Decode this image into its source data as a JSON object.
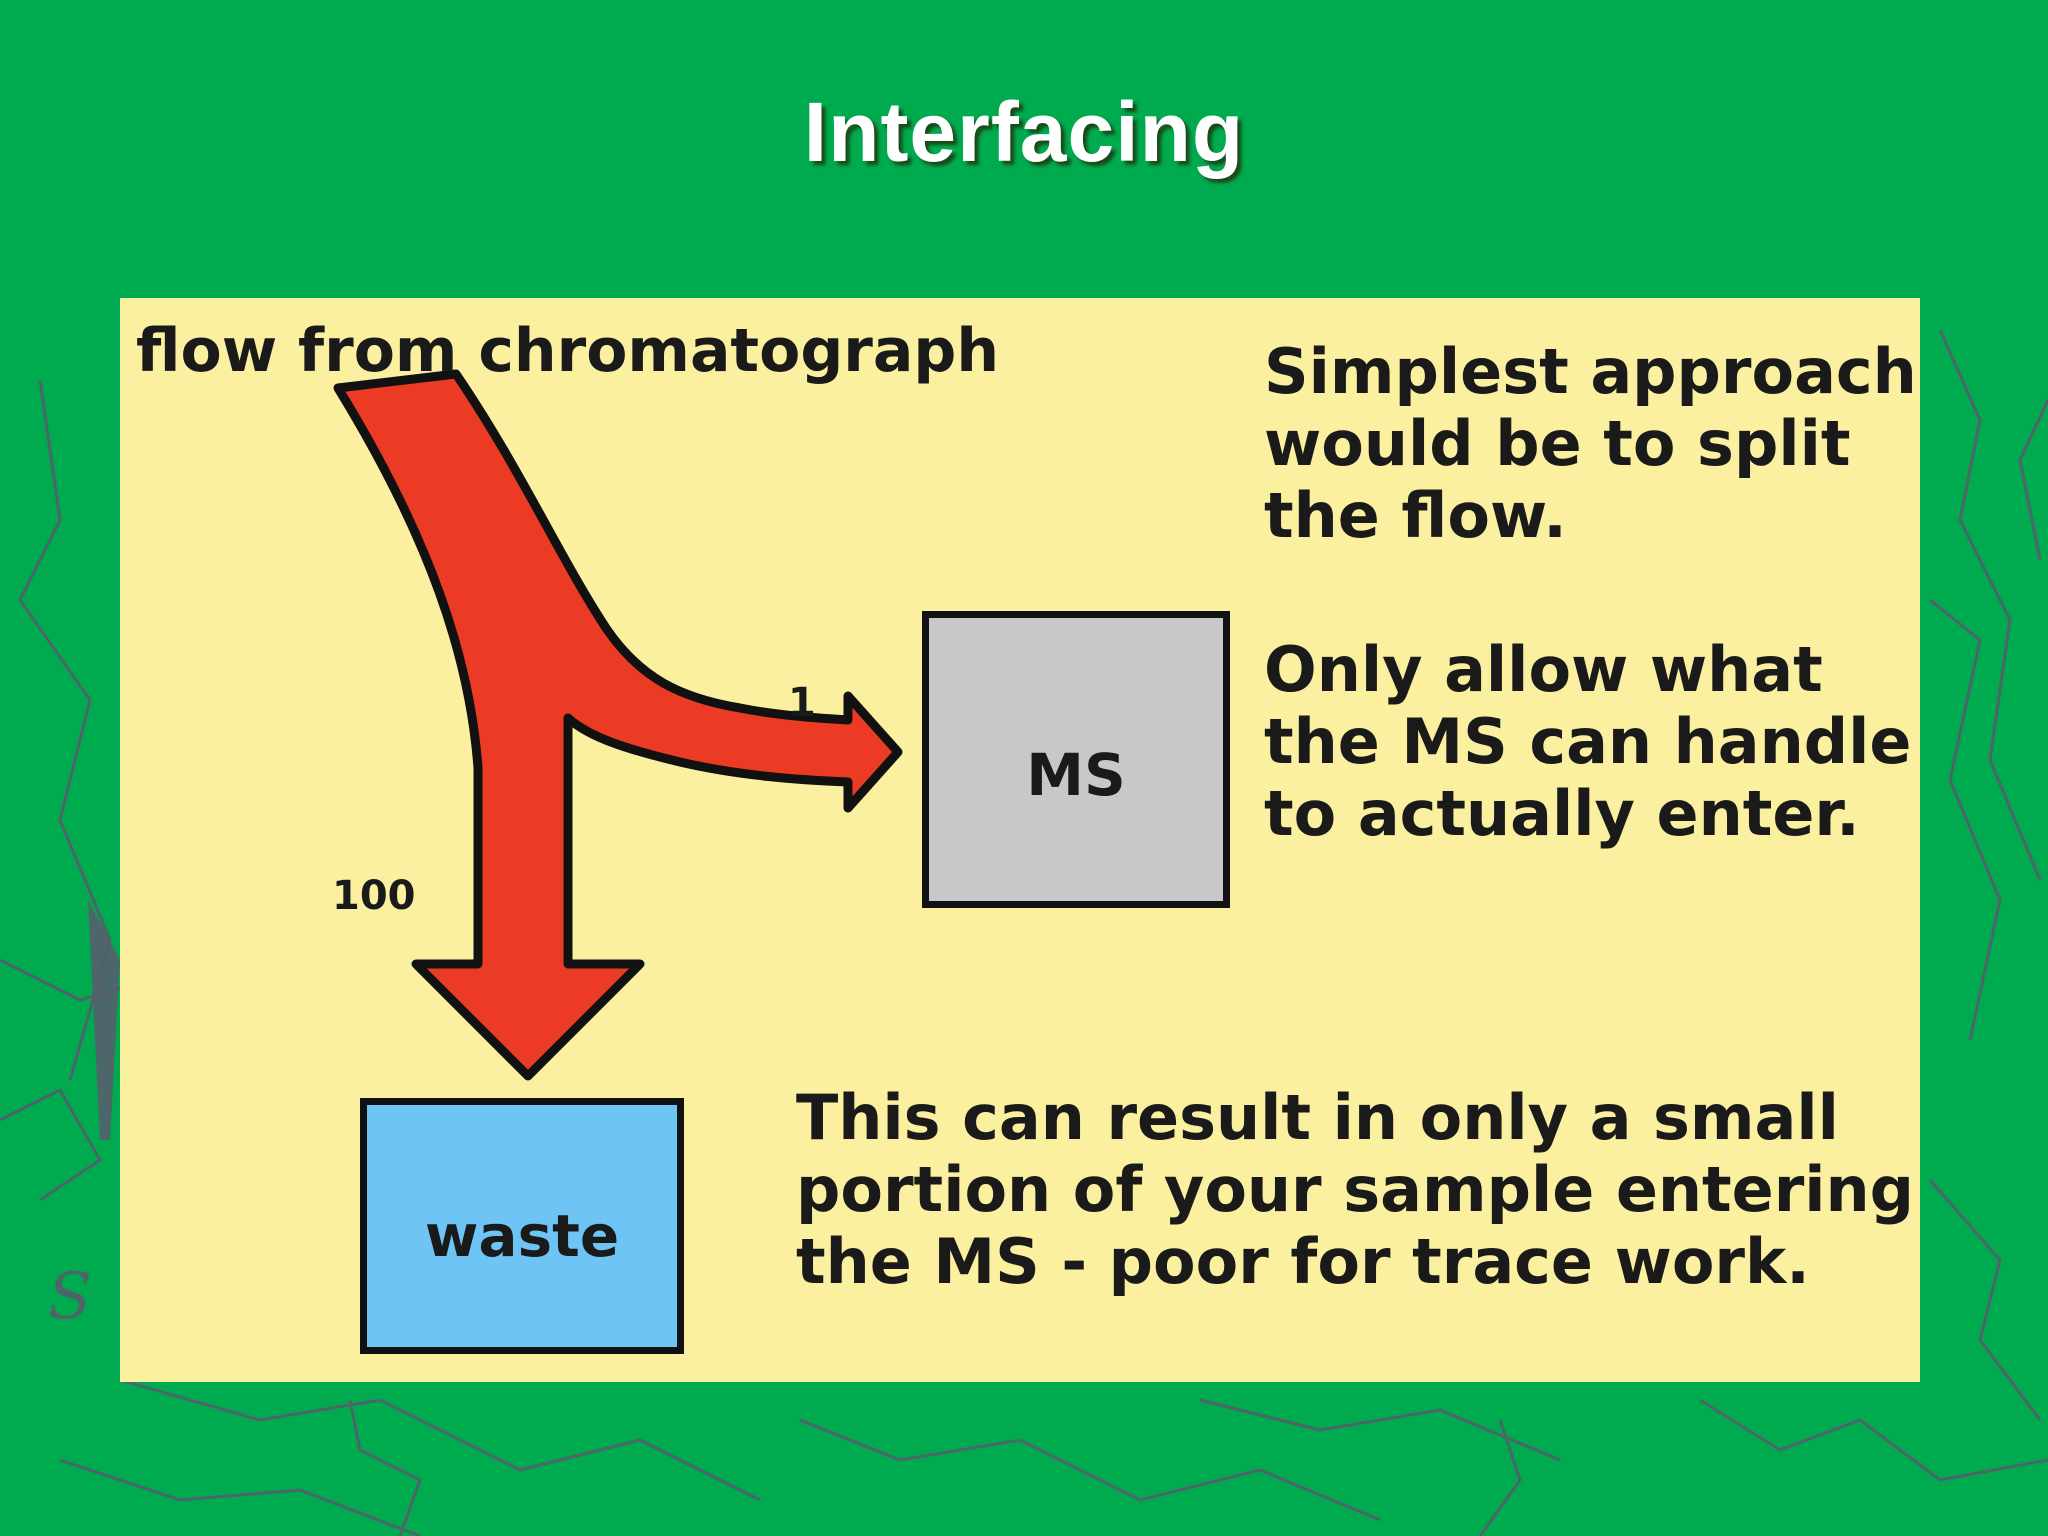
{
  "slide": {
    "title": "Interfacing"
  },
  "diagram": {
    "source_label": "flow from chromatograph",
    "ms_box_label": "MS",
    "waste_box_label": "waste",
    "ms_flow_ratio": "1",
    "waste_flow_ratio": "100",
    "notes": {
      "split": [
        "Simplest approach",
        "would be to split",
        "the flow."
      ],
      "allow": [
        "Only allow what",
        "the MS can handle",
        "to actually enter."
      ],
      "result": [
        "This can result in only a small",
        "portion of your sample entering",
        "the MS - poor for trace work."
      ]
    },
    "colors": {
      "background": "#00aa4e",
      "panel": "#faf0a0",
      "arrow": "#ec3b24",
      "ms_box": "#c8c8ca",
      "waste_box": "#6ec4f4"
    }
  }
}
